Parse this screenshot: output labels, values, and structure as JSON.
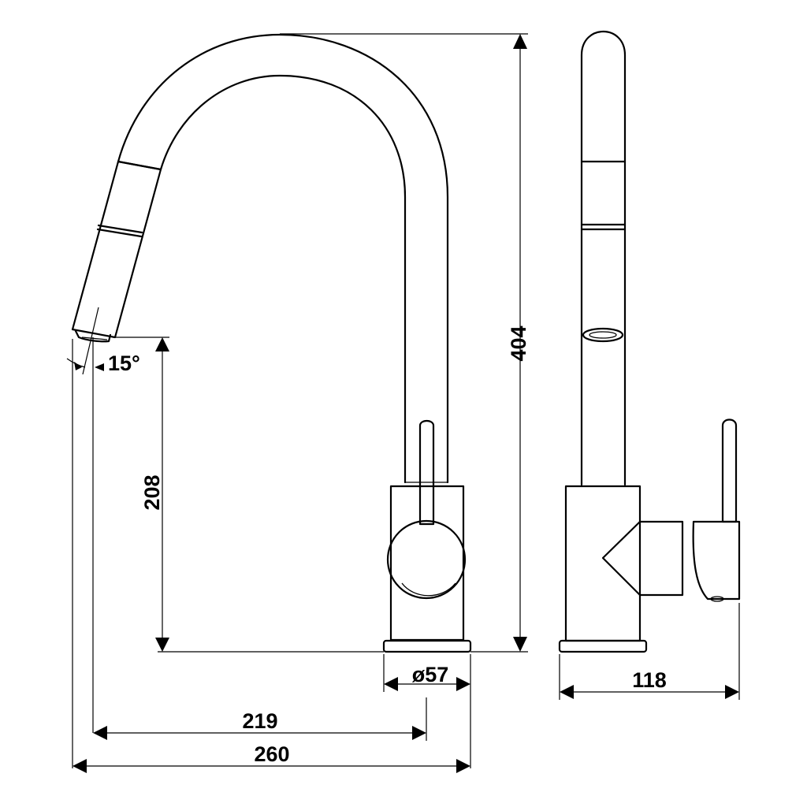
{
  "dimensions": {
    "total_height": "404",
    "spout_height": "208",
    "spout_angle": "15°",
    "base_diameter": "ø57",
    "side_depth": "118",
    "spout_reach": "219",
    "total_reach": "260"
  }
}
